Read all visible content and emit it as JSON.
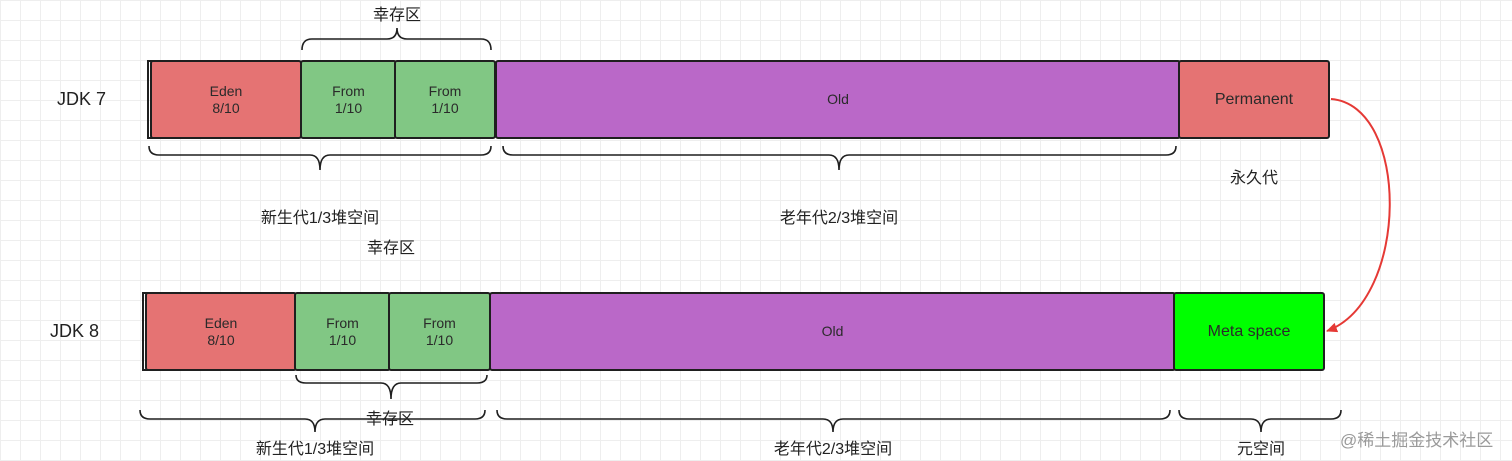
{
  "jdk7": {
    "label": "JDK 7",
    "survivor_label": "幸存区",
    "eden": {
      "name": "Eden",
      "ratio": "8/10"
    },
    "from1": {
      "name": "From",
      "ratio": "1/10"
    },
    "from2": {
      "name": "From",
      "ratio": "1/10"
    },
    "old": "Old",
    "permanent": "Permanent",
    "permanent_caption": "永久代",
    "young_caption": "新生代1/3堆空间",
    "old_caption": "老年代2/3堆空间"
  },
  "jdk8": {
    "label": "JDK 8",
    "survivor_label_top": "幸存区",
    "survivor_label_bottom": "幸存区",
    "eden": {
      "name": "Eden",
      "ratio": "8/10"
    },
    "from1": {
      "name": "From",
      "ratio": "1/10"
    },
    "from2": {
      "name": "From",
      "ratio": "1/10"
    },
    "old": "Old",
    "metaspace": "Meta space",
    "young_caption": "新生代1/3堆空间",
    "old_caption": "老年代2/3堆空间",
    "metaspace_caption": "元空间"
  },
  "watermark": "@稀土掘金技术社区",
  "colors": {
    "eden": "#e57373",
    "from": "#81c784",
    "old": "#ba68c8",
    "metaspace": "#00ff00",
    "arrow": "#e53935"
  }
}
